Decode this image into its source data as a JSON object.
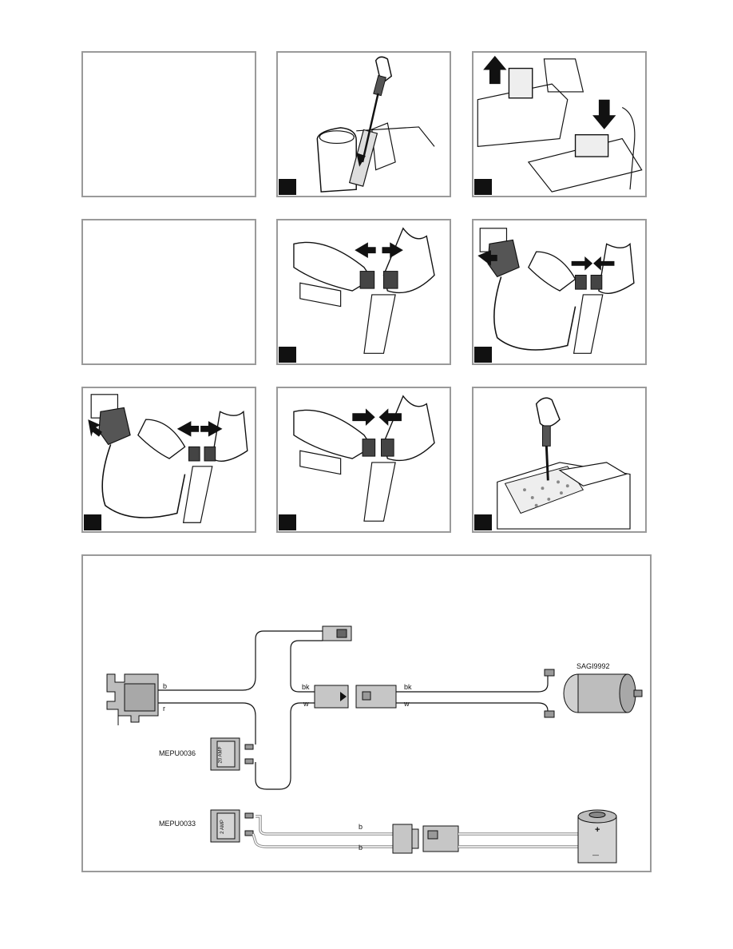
{
  "wiring": {
    "wires": {
      "b_top": "b",
      "r": "r",
      "bk_left": "bk",
      "w_left": "w",
      "bk_right": "bk",
      "w_right": "w",
      "b_lower_1": "b",
      "b_lower_2": "b"
    },
    "parts": {
      "motor": "SAGI9992",
      "fuse_20": "MEPU0036",
      "fuse_2": "MEPU0033"
    },
    "fuse_text": {
      "fuse_20_rating": "20 AMP",
      "fuse_2_rating": "2 AMP"
    },
    "battery": {
      "plus": "+",
      "minus": "—"
    }
  },
  "colors": {
    "frame": "#9a9a9a",
    "ink": "#111111",
    "step_box": "#111111"
  }
}
